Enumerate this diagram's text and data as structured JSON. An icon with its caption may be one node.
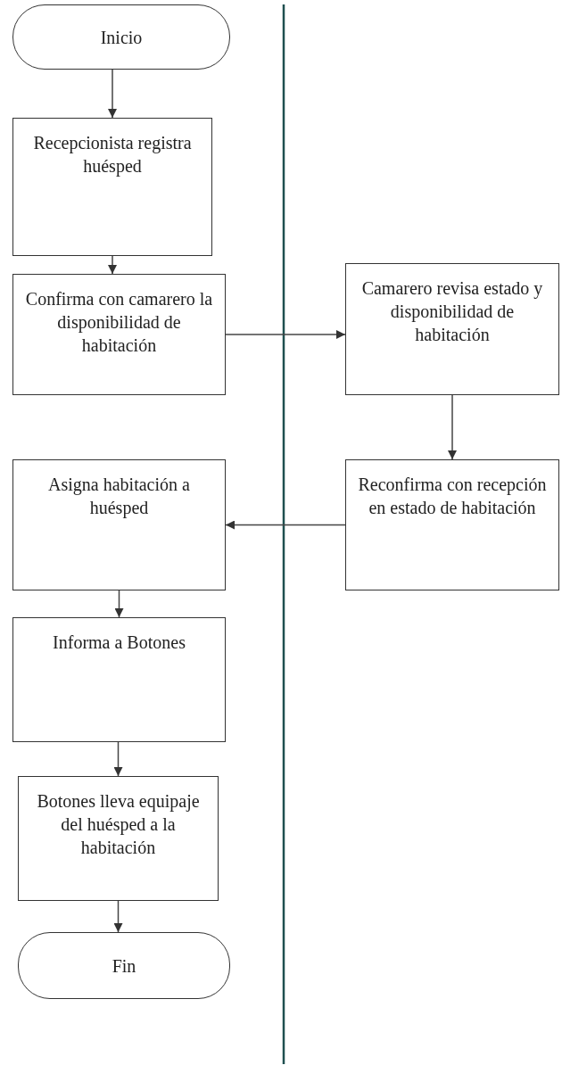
{
  "diagram": {
    "nodes": [
      {
        "text": [
          "Inicio"
        ]
      },
      {
        "text": [
          "Recepcionista registra huésped"
        ]
      },
      {
        "text": [
          "Confirma con camarero la disponibilidad de habitación"
        ]
      },
      {
        "text": [
          "Camarero revisa estado y disponibilidad de habitación"
        ]
      },
      {
        "text": [
          "Asigna habitación a huésped"
        ]
      },
      {
        "text": [
          "Reconfirma con recepción en estado de habitación"
        ]
      },
      {
        "text": [
          "Informa a Botones"
        ]
      },
      {
        "text": [
          "Botones lleva equipaje del huésped a la habitación"
        ]
      },
      {
        "text": [
          "Fin"
        ]
      }
    ],
    "edges": [
      {
        "from": 0,
        "to": 1,
        "arrow": "to"
      },
      {
        "from": 1,
        "to": 2,
        "arrow": "to"
      },
      {
        "from": 2,
        "to": 3,
        "arrow": "to"
      },
      {
        "from": 3,
        "to": 5,
        "arrow": "to"
      },
      {
        "from": 5,
        "to": 4,
        "arrow": "to"
      },
      {
        "from": 4,
        "to": 6,
        "arrow": "to"
      },
      {
        "from": 6,
        "to": 7,
        "arrow": "to"
      },
      {
        "from": 7,
        "to": 8,
        "arrow": "to"
      }
    ]
  }
}
